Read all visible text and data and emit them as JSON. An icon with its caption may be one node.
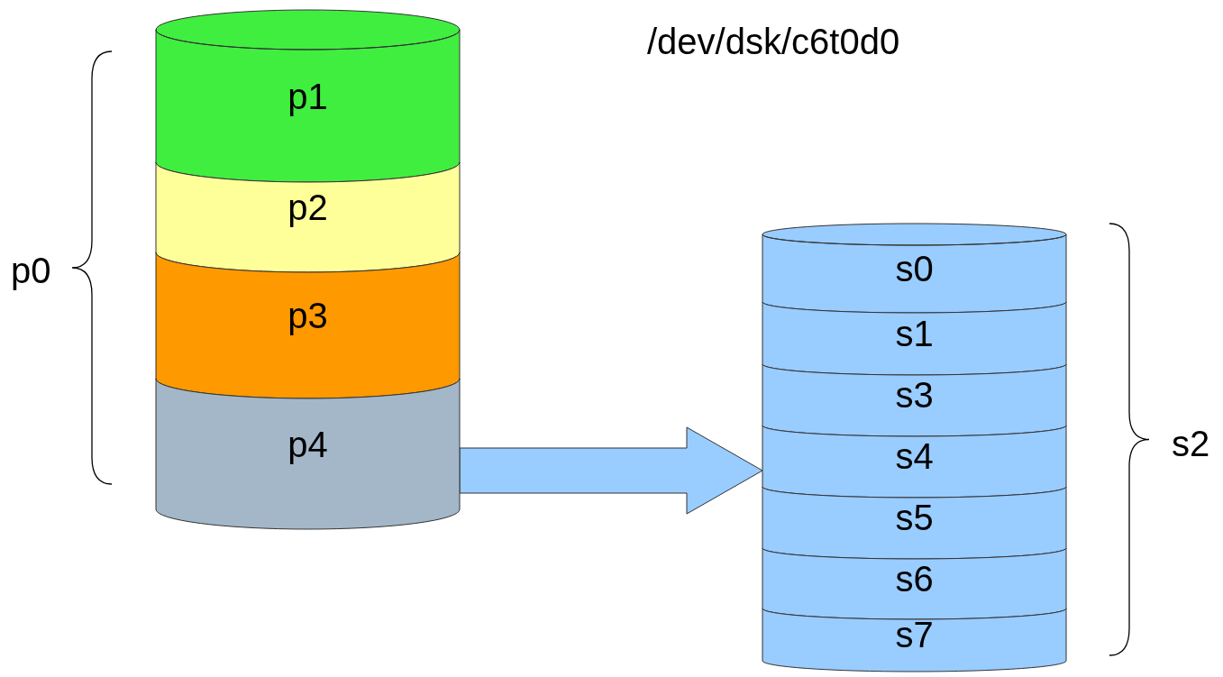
{
  "diagram": {
    "title": "/dev/dsk/c6t0d0",
    "nodes": [
      {
        "text": [
          "p1"
        ]
      },
      {
        "text": [
          "p2"
        ]
      },
      {
        "text": [
          "p3"
        ]
      },
      {
        "text": [
          "p4"
        ]
      },
      {
        "text": [
          "s0"
        ]
      },
      {
        "text": [
          "s1"
        ]
      },
      {
        "text": [
          "s3"
        ]
      },
      {
        "text": [
          "s4"
        ]
      },
      {
        "text": [
          "s5"
        ]
      },
      {
        "text": [
          "s6"
        ]
      },
      {
        "text": [
          "s7"
        ]
      }
    ],
    "edges": [
      {
        "from": 3,
        "to": 7,
        "arrow": "to",
        "style": "thick"
      }
    ],
    "labels": [
      "p0",
      "s2"
    ]
  }
}
